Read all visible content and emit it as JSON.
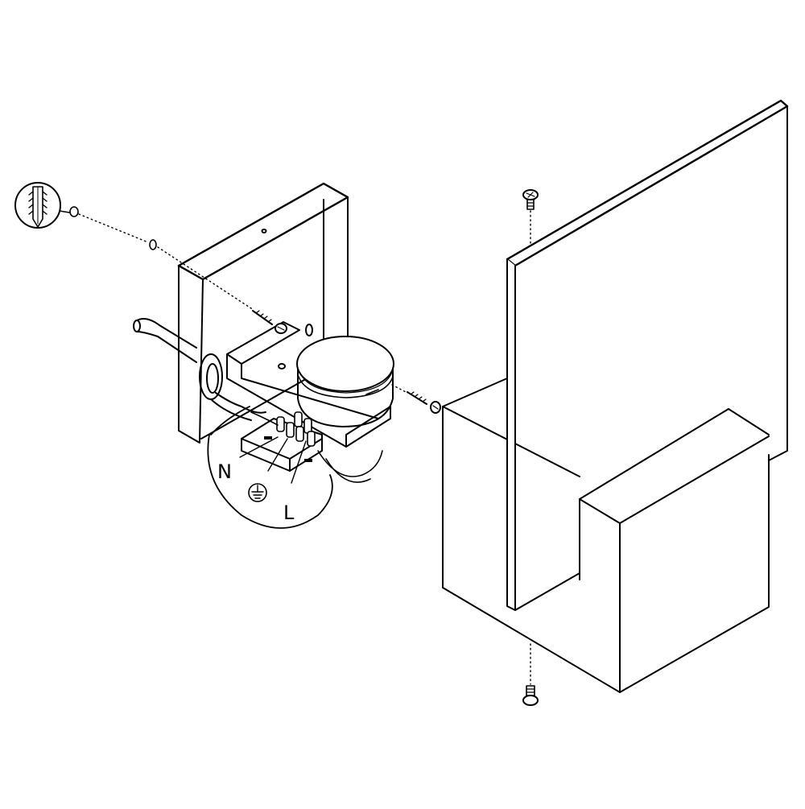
{
  "diagram": {
    "labels": {
      "neutral": "N",
      "live": "L"
    },
    "icons": {
      "ground": "earth-ground-symbol",
      "wall-plug": "wall-plug-detail",
      "screw": "phillips-screw"
    },
    "colors": {
      "line": "#000000",
      "background": "#ffffff"
    }
  }
}
